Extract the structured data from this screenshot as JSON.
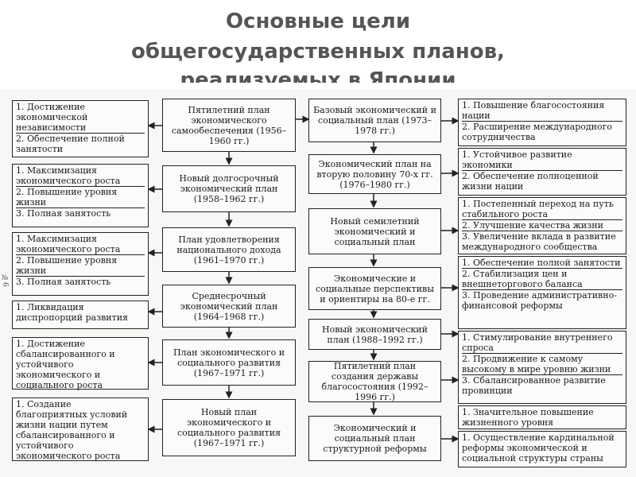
{
  "title": {
    "line1": "Основные цели",
    "line2": "общегосударственных планов,",
    "line3": "реализуемых в Японии"
  },
  "side_mark": "№6",
  "left_plans": [
    "Пятилетний план экономического самообеспечения (1956–1960 гг.)",
    "Новый долгосрочный экономический план (1958–1962 гг.)",
    "План удовлетворения национального дохода (1961–1970 гг.)",
    "Среднесрочный экономический план (1964–1968 гг.)",
    "План экономического и социального развития (1967–1971 гг.)",
    "Новый план экономического и социального развития (1967–1971 гг.)"
  ],
  "right_plans": [
    "Базовый экономический и социальный план (1973–1978 гг.)",
    "Экономический план на вторую половину 70-х гг. (1976–1980 гг.)",
    "Новый семилетний экономический и социальный план",
    "Экономические и социальные перспективы и ориентиры на 80-е гг.",
    "Новый экономический план (1988–1992 гг.)",
    "Пятилетний план создания державы благосостояния (1992–1996 гг.)",
    "Экономический и социальный план структурной реформы"
  ],
  "left_goals": [
    [
      "1. Достижение экономической независимости",
      "2. Обеспечение полной занятости"
    ],
    [
      "1. Максимизация экономического роста",
      "2. Повышение уровня жизни",
      "3. Полная занятость"
    ],
    [
      "1. Максимизация экономического роста",
      "2. Повышение уровня жизни",
      "3. Полная занятость"
    ],
    [
      "1. Ликвидация диспропорций развития"
    ],
    [
      "1. Достижение сбалансированного и устойчивого экономического и социального роста"
    ],
    [
      "1. Создание благоприятных условий жизни нации путем сбалансированного и устойчивого экономического роста"
    ]
  ],
  "right_goals": [
    [
      "1. Повышение благосостояния нации",
      "2. Расширение международного сотрудничества"
    ],
    [
      "1. Устойчивое развитие экономики",
      "2. Обеспечение полноценной жизни нации"
    ],
    [
      "1. Постепенный переход на путь стабильного роста",
      "2. Улучшение качества жизни",
      "3. Увеличение вклада в развитие международного сообщества"
    ],
    [
      "1. Обеспечение полной занятости",
      "2. Стабилизация цен и внешнеторгового баланса",
      "3. Проведение административно-финансовой реформы"
    ],
    [
      "1. Стимулирование внутреннего спроса",
      "2. Продвижение к самому высокому в мире уровню жизни",
      "3. Сбалансированное развитие провинции"
    ],
    [
      "1. Значительное повышение жизненного уровня"
    ],
    [
      "1. Осуществление кардинальной реформы экономической и социальной структуры страны"
    ]
  ],
  "colors": {
    "title": "#555555",
    "line": "#222222",
    "scan_bg": "#f7f7f5"
  }
}
